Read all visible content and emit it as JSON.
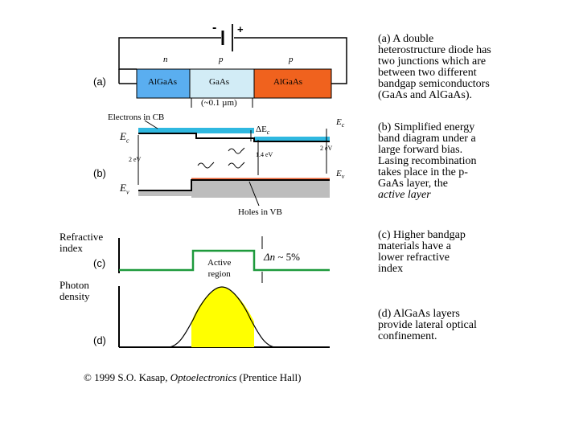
{
  "panel_a": {
    "tag": "(a)",
    "type_n": "n",
    "type_p_mid": "p",
    "type_p_right": "p",
    "layer_left": "AlGaAs",
    "layer_mid": "GaAs",
    "layer_right": "AlGaAs",
    "thickness": "(~0.1 µm)",
    "battery_minus": "-",
    "battery_plus": "+"
  },
  "panel_b": {
    "tag": "(b)",
    "electrons_label": "Electrons in CB",
    "ec_left": "E",
    "ec_left_sub": "c",
    "ev_left": "E",
    "ev_left_sub": "v",
    "gap_left": "2 eV",
    "delta_ec": "ΔE",
    "delta_ec_sub": "c",
    "gap_mid": "1.4 eV",
    "gap_right": "2 eV",
    "ec_right": "E",
    "ec_right_sub": "c",
    "ev_right": "E",
    "ev_right_sub": "v",
    "holes_label": "Holes in VB"
  },
  "panel_c": {
    "tag": "(c)",
    "axis_label_1": "Refractive",
    "axis_label_2": "index",
    "active_1": "Active",
    "active_2": "region",
    "delta_n_prefix": "Δn",
    "delta_n_suffix": " ~ 5%"
  },
  "panel_d": {
    "tag": "(d)",
    "axis_label_1": "Photon",
    "axis_label_2": "density"
  },
  "copyright": {
    "prefix": "© 1999 S.O. Kasap, ",
    "title": "Optoelectronics",
    "suffix": " (Prentice Hall)"
  },
  "captions": {
    "a": [
      "(a) A double",
      "heterostructure diode has",
      "two junctions which are",
      "between two different",
      "bandgap semiconductors",
      "(GaAs and AlGaAs)."
    ],
    "b": [
      "(b) Simplified energy",
      "band diagram under a",
      "large forward bias.",
      "Lasing recombination",
      "takes place in the p-",
      "GaAs layer, the",
      "active layer"
    ],
    "c": [
      "(c) Higher bandgap",
      "materials have a",
      "lower refractive",
      "index"
    ],
    "d": [
      "(d) AlGaAs layers",
      "provide lateral optical",
      "confinement."
    ]
  },
  "colors": {
    "algaas_left": "#5aaef0",
    "gaas": "#d2ecf6",
    "algaas_right": "#f0621e",
    "conduction_band": "#2fb8e0",
    "valence_band": "#bdbdbd",
    "hole_line": "#e85a2a",
    "index_profile": "#1e9a3c",
    "photon_fill": "#ffff00"
  }
}
